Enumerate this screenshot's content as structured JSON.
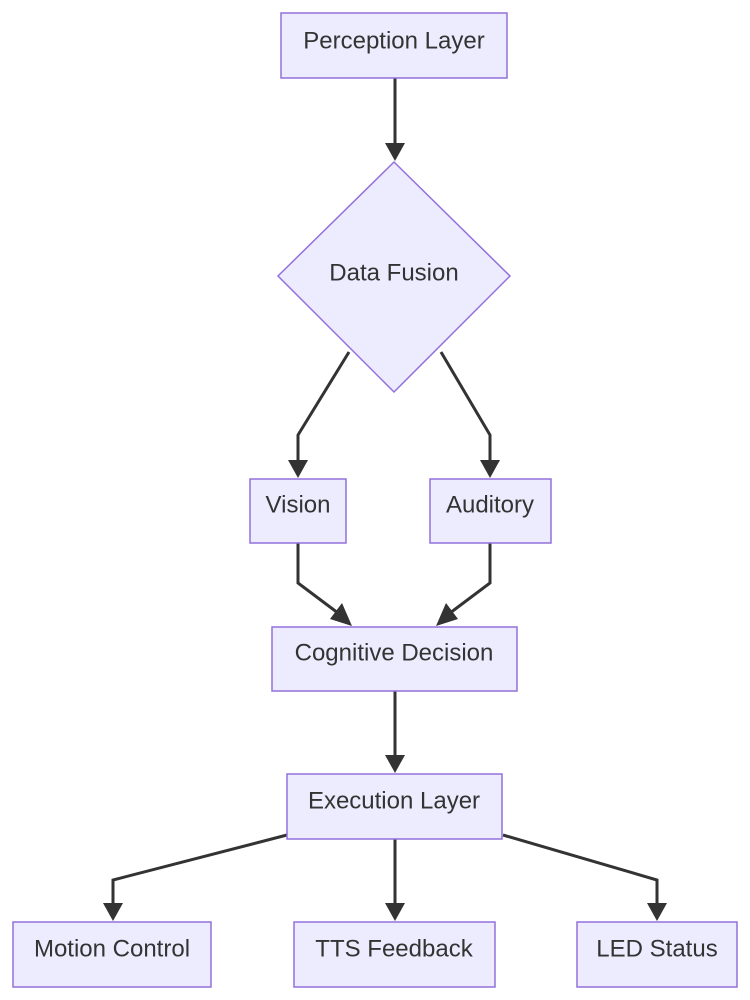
{
  "nodes": {
    "perception_layer": "Perception Layer",
    "data_fusion": "Data Fusion",
    "vision": "Vision",
    "auditory": "Auditory",
    "cognitive_decision": "Cognitive Decision",
    "execution_layer": "Execution Layer",
    "motion_control": "Motion Control",
    "tts_feedback": "TTS Feedback",
    "led_status": "LED Status"
  },
  "edges": [
    {
      "from": "perception_layer",
      "to": "data_fusion"
    },
    {
      "from": "data_fusion",
      "to": "vision"
    },
    {
      "from": "data_fusion",
      "to": "auditory"
    },
    {
      "from": "vision",
      "to": "cognitive_decision"
    },
    {
      "from": "auditory",
      "to": "cognitive_decision"
    },
    {
      "from": "cognitive_decision",
      "to": "execution_layer"
    },
    {
      "from": "execution_layer",
      "to": "motion_control"
    },
    {
      "from": "execution_layer",
      "to": "tts_feedback"
    },
    {
      "from": "execution_layer",
      "to": "led_status"
    }
  ],
  "colors": {
    "node_fill": "#ececfe",
    "node_border": "#9370db",
    "edge": "#333333",
    "text": "#333333"
  }
}
